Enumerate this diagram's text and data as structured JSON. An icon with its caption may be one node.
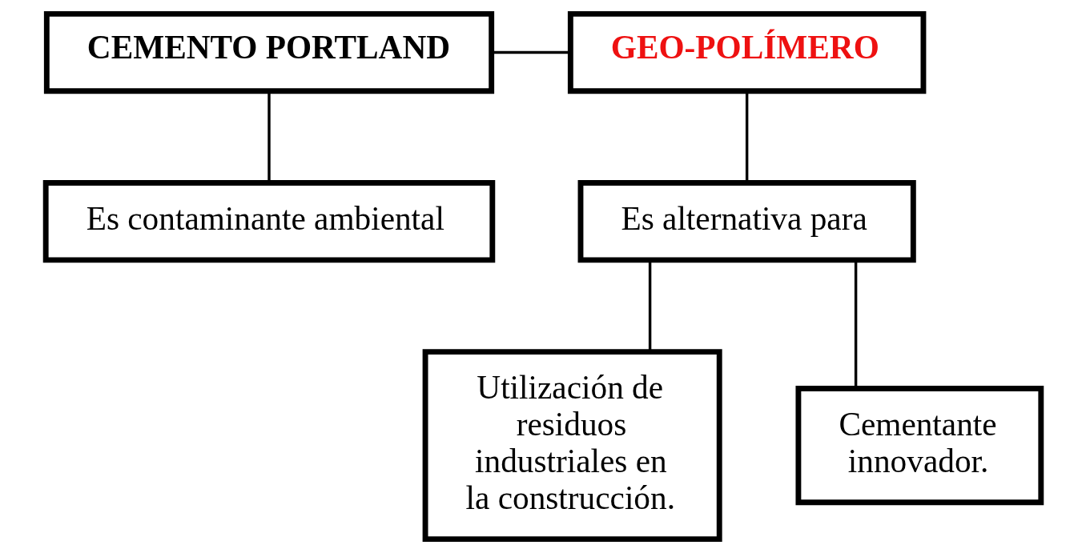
{
  "diagram": {
    "nodes": [
      {
        "text": [
          "CEMENTO PORTLAND"
        ]
      },
      {
        "text": [
          "GEO-POLÍMERO"
        ]
      },
      {
        "text": [
          "Es contaminante ambiental"
        ]
      },
      {
        "text": [
          "Es alternativa para"
        ]
      },
      {
        "text": [
          "Utilización de residuos industriales en la construcción."
        ]
      },
      {
        "text": [
          "Cementante innovador."
        ]
      }
    ],
    "edges": [
      {
        "from": 0,
        "to": 1,
        "arrow": "none"
      },
      {
        "from": 0,
        "to": 2,
        "arrow": "none"
      },
      {
        "from": 1,
        "to": 3,
        "arrow": "none"
      },
      {
        "from": 3,
        "to": 4,
        "arrow": "none"
      },
      {
        "from": 3,
        "to": 5,
        "arrow": "none"
      }
    ]
  }
}
